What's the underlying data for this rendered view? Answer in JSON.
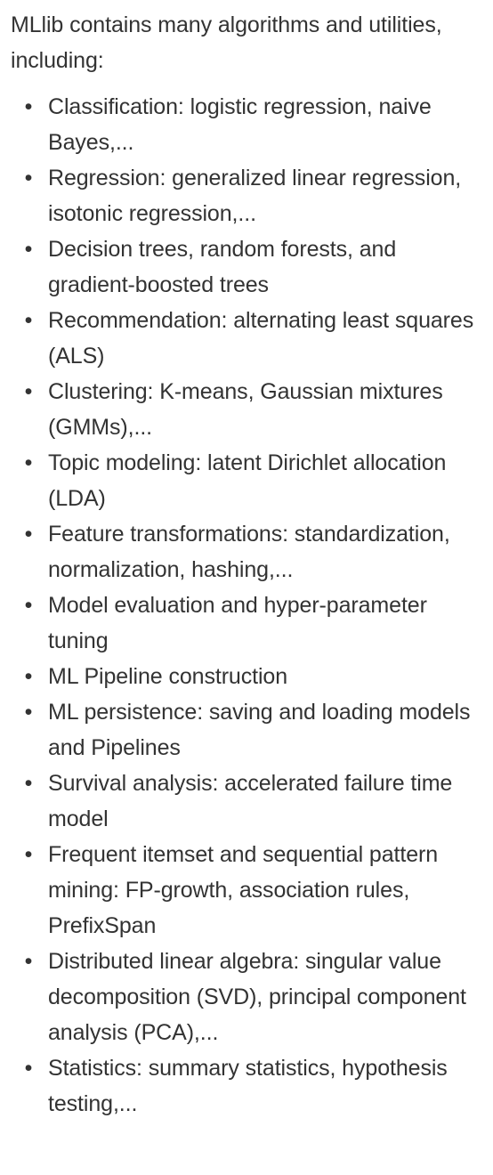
{
  "intro": "MLlib contains many algorithms and utilities, including:",
  "items": [
    "Classification: logistic regression, naive Bayes,...",
    "Regression: generalized linear regression, isotonic regression,...",
    "Decision trees, random forests, and gradient-boosted trees",
    "Recommendation: alternating least squares (ALS)",
    "Clustering: K-means, Gaussian mixtures (GMMs),...",
    "Topic modeling: latent Dirichlet allocation (LDA)",
    "Feature transformations: standardization, normalization, hashing,...",
    "Model evaluation and hyper-parameter tuning",
    "ML Pipeline construction",
    "ML persistence: saving and loading models and Pipelines",
    "Survival analysis: accelerated failure time model",
    "Frequent itemset and sequential pattern mining: FP-growth, association rules, PrefixSpan",
    "Distributed linear algebra: singular value decomposition (SVD), principal component analysis (PCA),...",
    "Statistics: summary statistics, hypothesis testing,..."
  ]
}
